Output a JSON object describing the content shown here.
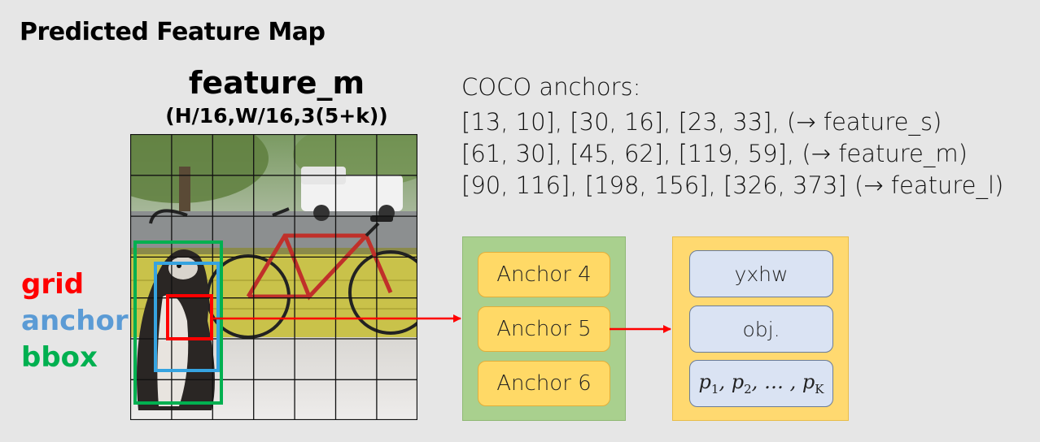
{
  "title": "Predicted Feature Map",
  "feature_map": {
    "name": "feature_m",
    "shape": "(H/16,W/16,3(5+k))"
  },
  "coco_anchors": {
    "heading": "COCO anchors:",
    "lines": [
      "[13, 10], [30, 16], [23, 33], (→ feature_s)",
      "[61, 30], [45, 62], [119, 59], (→ feature_m)",
      "[90, 116], [198, 156], [326, 373] (→ feature_l)"
    ]
  },
  "legend": {
    "grid": "grid",
    "anchor": "anchor",
    "bbox": "bbox"
  },
  "colors": {
    "grid": "#ff0000",
    "anchor": "#5b9bd5",
    "bbox": "#00b050",
    "arrow": "#ff0000"
  },
  "anchors": [
    "Anchor 4",
    "Anchor 5",
    "Anchor 6"
  ],
  "outputs": {
    "yxhw": "yxhw",
    "obj": "obj.",
    "probs": {
      "p": "p",
      "sub1": "1",
      "sub2": "2",
      "ellipsis": "…",
      "subK": "K",
      "sep": ","
    }
  },
  "photo_icon": "dog-bicycle-photo"
}
